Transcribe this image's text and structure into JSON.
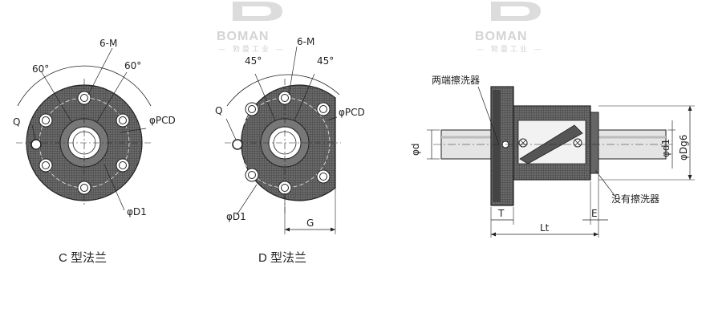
{
  "watermarks": [
    {
      "brand": "BOMAN",
      "subtitle": "— 勃曼工业 —"
    },
    {
      "brand": "BOMAN",
      "subtitle": "— 勃曼工业 —"
    }
  ],
  "c_flange": {
    "caption": "C 型法兰",
    "angle_left": "60°",
    "angle_right": "60°",
    "holes": "6-M",
    "q": "Q",
    "pcd": "φPCD",
    "d1": "φD1"
  },
  "d_flange": {
    "caption": "D 型法兰",
    "angle_left": "45°",
    "angle_right": "45°",
    "holes": "6-M",
    "q": "Q",
    "pcd": "φPCD",
    "d1": "φD1",
    "g": "G"
  },
  "side_view": {
    "wiper_both_ends": "两端擦洗器",
    "wiper_none": "没有擦洗器",
    "d": "φd",
    "d1": "φd1",
    "dg6": "φDg6",
    "t": "T",
    "e": "E",
    "lt": "Lt"
  }
}
